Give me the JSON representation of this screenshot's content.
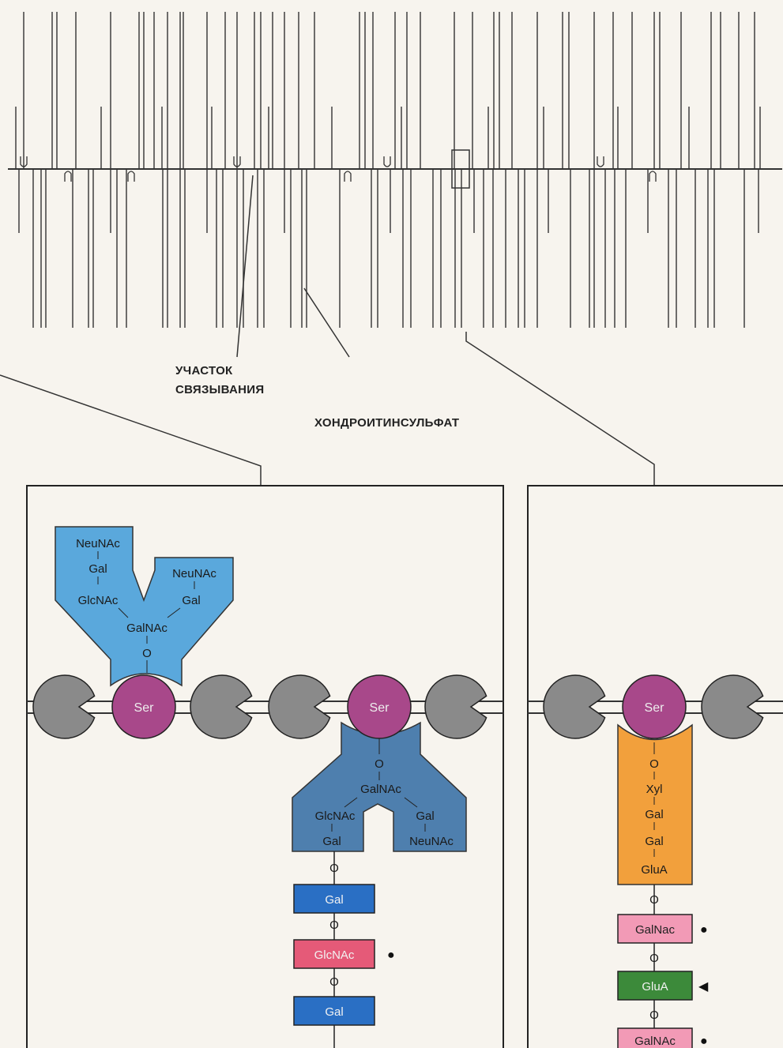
{
  "labels": {
    "binding_site": [
      "УЧАСТОК",
      "СВЯЗЫВАНИЯ"
    ],
    "chondroitin": "ХОНДРОИТИНСУЛЬФАТ"
  },
  "panel_left": {
    "ser": [
      "Ser",
      "Ser"
    ],
    "upper_glycan": {
      "color": "#5aa8dc",
      "sugars": [
        "NeuNAc",
        "Gal",
        "GlcNAc",
        "NeuNAc",
        "Gal",
        "GalNAc"
      ],
      "link": "O"
    },
    "lower_glycan": {
      "color": "#4e7fae",
      "sugars": [
        "GalNAc",
        "GlcNAc",
        "Gal",
        "Gal",
        "NeuNAc"
      ],
      "link": "O"
    },
    "chain": [
      {
        "label": "Gal",
        "color": "#2a6fc4"
      },
      {
        "label": "GlcNAc",
        "color": "#e55a78",
        "mark": "●"
      },
      {
        "label": "Gal",
        "color": "#2a6fc4"
      }
    ],
    "links": [
      "O",
      "O",
      "O"
    ]
  },
  "panel_right": {
    "ser": "Ser",
    "linker": {
      "color": "#f2a03c",
      "sugars": [
        "Xyl",
        "Gal",
        "Gal",
        "GluA"
      ],
      "link": "O"
    },
    "chain": [
      {
        "label": "GalNac",
        "color": "#f29ab6",
        "mark": "●"
      },
      {
        "label": "GluA",
        "color": "#3c8a3a",
        "mark": "◀"
      },
      {
        "label": "GalNAc",
        "color": "#f29ab6",
        "mark": "●"
      }
    ],
    "links": [
      "O",
      "O"
    ]
  },
  "colors": {
    "ser": "#a8488a",
    "globule": "#8a8a8a",
    "line": "#333333",
    "background": "#f7f4ee"
  }
}
